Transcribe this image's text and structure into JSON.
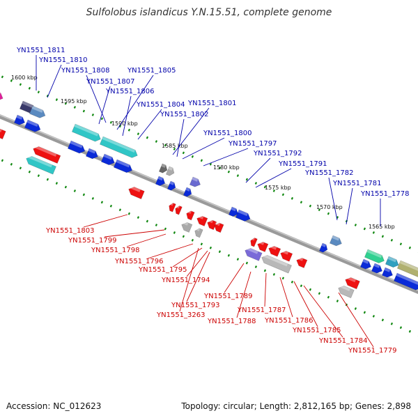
{
  "title": "Sulfolobus islandicus Y.N.15.51, complete genome",
  "footer": {
    "accession": "Accession: NC_012623",
    "summary": "Topology: circular; Length: 2,812,165 bp; Genes: 2,898"
  },
  "colors": {
    "forward_label": "#0000aa",
    "reverse_label": "#cc0000",
    "backbone": "#888888",
    "tick_dots": "#118811"
  },
  "scale_ticks": [
    "1600 kbp",
    "1595 kbp",
    "1590 kbp",
    "1585 kbp",
    "1580 kbp",
    "1575 kbp",
    "1570 kbp",
    "1565 kbp"
  ],
  "forward_genes": [
    "YN1551_1811",
    "YN1551_1810",
    "YN1551_1808",
    "YN1551_1805",
    "YN1551_1807",
    "YN1551_1806",
    "YN1551_1804",
    "YN1551_1801",
    "YN1551_1802",
    "YN1551_1800",
    "YN1551_1797",
    "YN1551_1792",
    "YN1551_1791",
    "YN1551_1782",
    "YN1551_1781",
    "YN1551_1778"
  ],
  "reverse_genes": [
    "YN1551_1803",
    "YN1551_1799",
    "YN1551_1798",
    "YN1551_1796",
    "YN1551_1795",
    "YN1551_1794",
    "YN1551_1793",
    "YN1551_3263",
    "YN1551_1789",
    "YN1551_1788",
    "YN1551_1787",
    "YN1551_1786",
    "YN1551_1785",
    "YN1551_1784",
    "YN1551_1779"
  ]
}
